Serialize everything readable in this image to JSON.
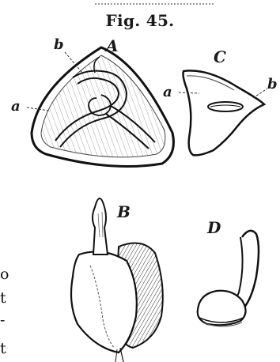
{
  "figure": {
    "title": "Fig. 45.",
    "panels": {
      "A": {
        "label": "A",
        "callouts": [
          "a",
          "b"
        ]
      },
      "B": {
        "label": "B"
      },
      "C": {
        "label": "C",
        "callouts": [
          "a",
          "b"
        ]
      },
      "D": {
        "label": "D"
      }
    }
  },
  "left_margin_fragments": [
    "o",
    "t",
    "-",
    "t"
  ]
}
